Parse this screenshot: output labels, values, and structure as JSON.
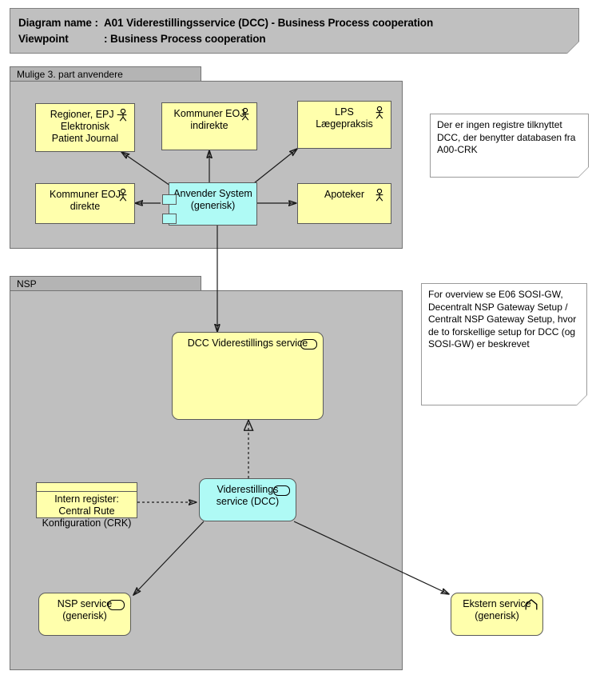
{
  "header": {
    "diagram_name_label": "Diagram name :",
    "diagram_name_value": "A01 Viderestillingsservice (DCC) - Business Process cooperation",
    "viewpoint_label": "Viewpoint",
    "viewpoint_value": ": Business Process cooperation"
  },
  "groups": {
    "third_party": {
      "title": "Mulige 3. part anvendere"
    },
    "nsp": {
      "title": "NSP"
    }
  },
  "nodes": {
    "regioner_epj": {
      "label": "Regioner, EPJ -\nElektronisk\nPatient Journal",
      "icon": "actor-icon",
      "type": "business-actor"
    },
    "kommuner_indirekte": {
      "label": "Kommuner EOJ\nindirekte",
      "icon": "actor-icon",
      "type": "business-actor"
    },
    "lps": {
      "label": "LPS\nLægepraksis",
      "icon": "actor-icon",
      "type": "business-actor"
    },
    "kommuner_direkte": {
      "label": "Kommuner EOJ\ndirekte",
      "icon": "actor-icon",
      "type": "business-actor"
    },
    "apoteker": {
      "label": "Apoteker",
      "icon": "actor-icon",
      "type": "business-actor"
    },
    "anvender_system": {
      "label": "Anvender System\n(generisk)",
      "icon": "component-icon",
      "type": "application-component"
    },
    "dcc_viderestillings_service": {
      "label": "DCC Viderestillings service",
      "icon": "service-icon",
      "type": "business-service"
    },
    "viderestillings_service_dcc": {
      "label": "Viderestillings\nservice (DCC)",
      "icon": "service-icon",
      "type": "application-service"
    },
    "intern_register_crk": {
      "label": "Intern register:\nCentral Rute\nKonfiguration (CRK)",
      "icon": "data-object-icon",
      "type": "data-object"
    },
    "nsp_service": {
      "label": "NSP service\n(generisk)",
      "icon": "service-icon",
      "type": "business-service"
    },
    "ekstern_service": {
      "label": "Ekstern service\n(generisk)",
      "icon": "arch-icon",
      "type": "external-service"
    }
  },
  "notes": {
    "note_crk": {
      "text": "Der er ingen registre tilknyttet DCC, der benytter databasen fra A00-CRK"
    },
    "note_sosi": {
      "text": "For overview se E06 SOSI-GW, Decentralt NSP Gateway Setup / Centralt NSP Gateway Setup, hvor de to forskellige setup for DCC (og SOSI-GW) er beskrevet"
    }
  },
  "colors": {
    "actor_fill": "#ffffac",
    "component_fill": "#affaf5",
    "group_fill": "#bfbfbf",
    "group_tab_fill": "#b4b4b4",
    "banner_fill": "#c0c0c0",
    "note_fill": "#ffffff",
    "line": "#1a1a1a"
  }
}
